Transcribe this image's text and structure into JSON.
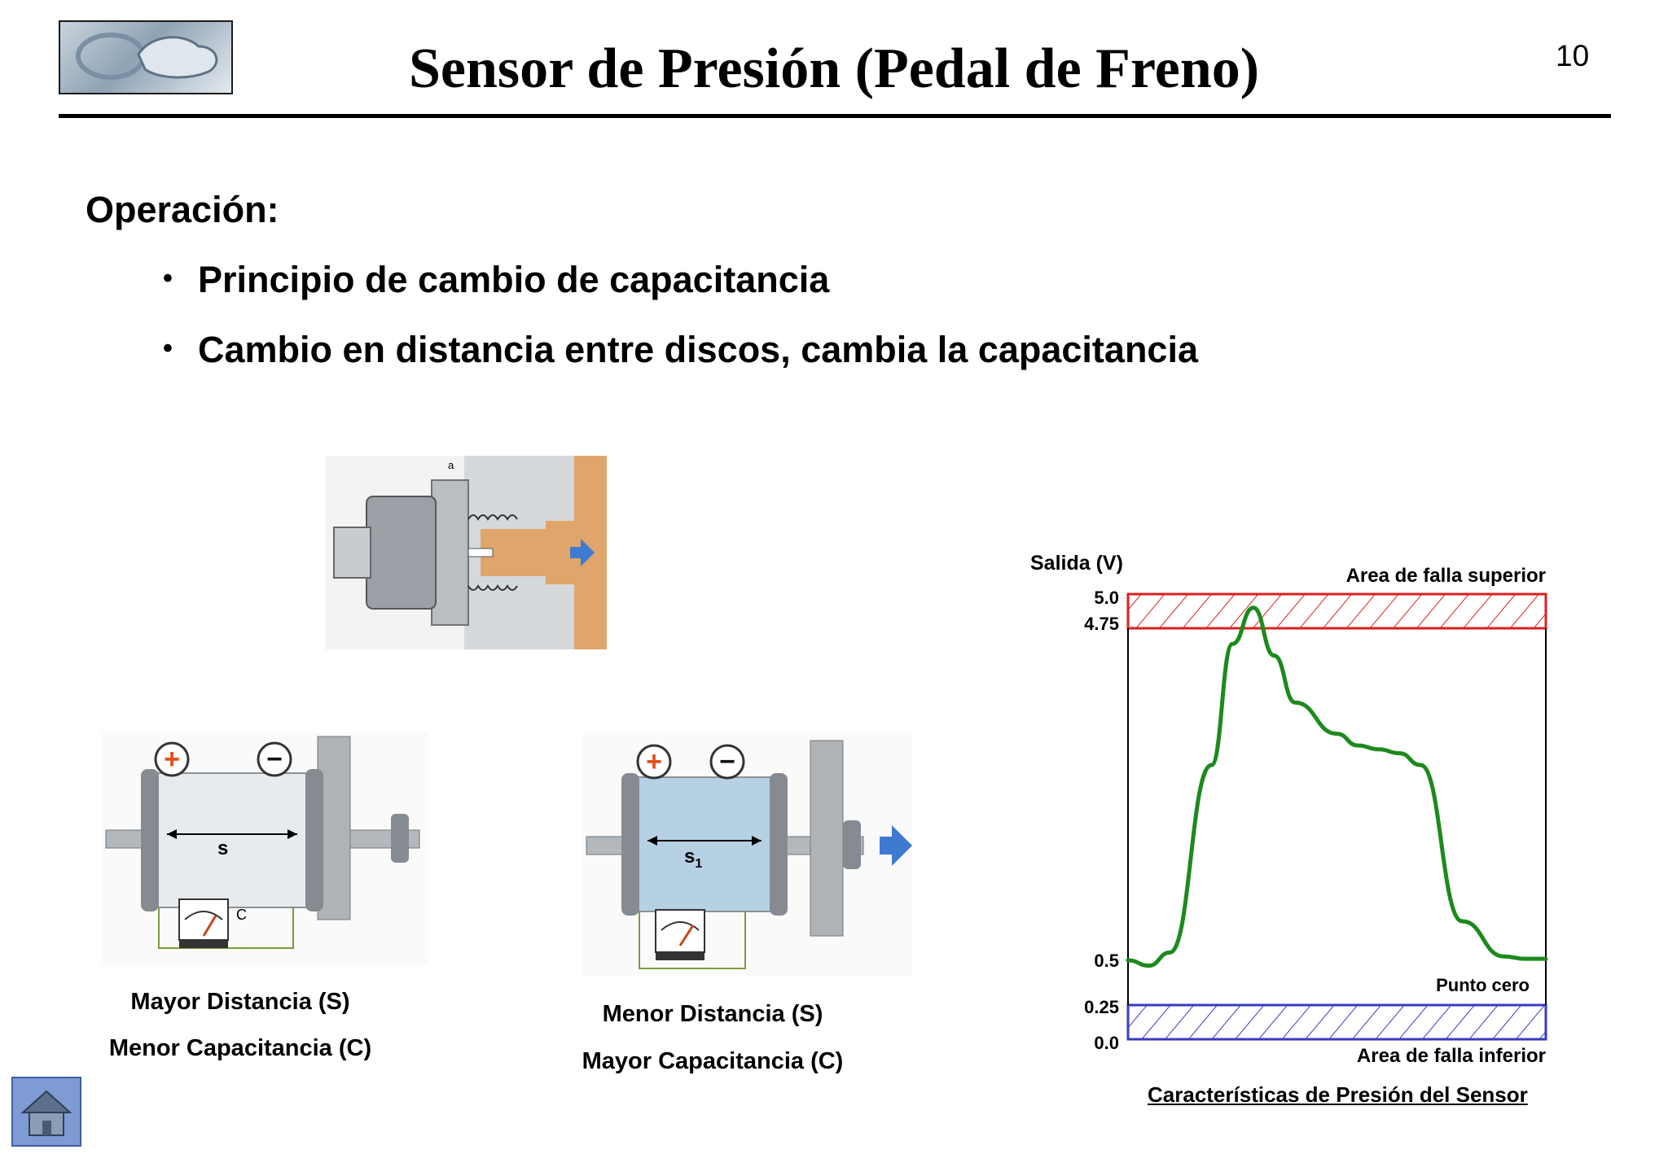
{
  "header": {
    "logo_name": "hyundai-logo",
    "title": "Sensor de Presión (Pedal de Freno)",
    "page_number": "10"
  },
  "content": {
    "section_heading": "Operación:",
    "bullets": [
      "Principio de cambio de capacitancia",
      "Cambio en distancia entre discos, cambia la capacitancia"
    ]
  },
  "figures": {
    "sensor_cutaway": {
      "label": "a"
    },
    "capacitor_left": {
      "plus": "+",
      "minus": "−",
      "distance_label": "s",
      "meter_label": "C",
      "caption_line1": "Mayor Distancia (S)",
      "caption_line2": "Menor Capacitancia (C)"
    },
    "capacitor_right": {
      "plus": "+",
      "minus": "−",
      "distance_label": "s",
      "distance_subscript": "1",
      "caption_line1": "Menor Distancia (S)",
      "caption_line2": "Mayor Capacitancia (C)"
    }
  },
  "chart_data": {
    "type": "line",
    "ylabel": "Salida (V)",
    "yticks": [
      "5.0",
      "4.75",
      "0.5",
      "0.25",
      "0.0"
    ],
    "annotations": {
      "upper_fault_area": "Area de falla superior",
      "lower_fault_area": "Area de falla inferior",
      "zero_point": "Punto cero"
    },
    "caption": "Características de Presión del Sensor",
    "series": [
      {
        "x": [
          0,
          0.5,
          1,
          2,
          2.5,
          3,
          3.5,
          4,
          5,
          5.5,
          6,
          6.5,
          7,
          8,
          9,
          9.5,
          10
        ],
        "y": [
          0.5,
          0.47,
          0.6,
          3.0,
          4.55,
          4.9,
          4.4,
          3.8,
          3.4,
          3.25,
          3.2,
          3.15,
          3.0,
          1.0,
          0.55,
          0.52,
          0.52
        ]
      }
    ],
    "colors": {
      "line": "#1c8a1c",
      "upper_band": "#d92020",
      "lower_band": "#3a3ac0"
    }
  },
  "footer": {
    "home_icon": "home-icon"
  }
}
